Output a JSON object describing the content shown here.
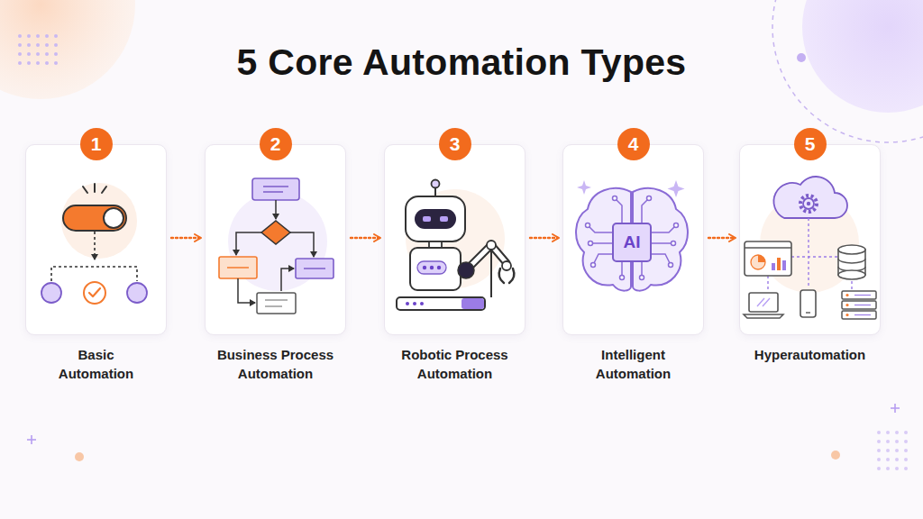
{
  "diagram": {
    "title": "5 Core Automation Types",
    "nodes": [
      {
        "text": [
          "1",
          "Basic Automation"
        ]
      },
      {
        "text": [
          "2",
          "Business Process Automation"
        ]
      },
      {
        "text": [
          "3",
          "Robotic Process Automation"
        ]
      },
      {
        "text": [
          "4",
          "Intelligent Automation"
        ]
      },
      {
        "text": [
          "5",
          "Hyperautomation"
        ]
      }
    ],
    "edges": [
      {
        "from": 0,
        "to": 1,
        "arrow": "to"
      },
      {
        "from": 1,
        "to": 2,
        "arrow": "to"
      },
      {
        "from": 2,
        "to": 3,
        "arrow": "to"
      },
      {
        "from": 3,
        "to": 4,
        "arrow": "to"
      }
    ],
    "labels": [
      "AI"
    ]
  }
}
